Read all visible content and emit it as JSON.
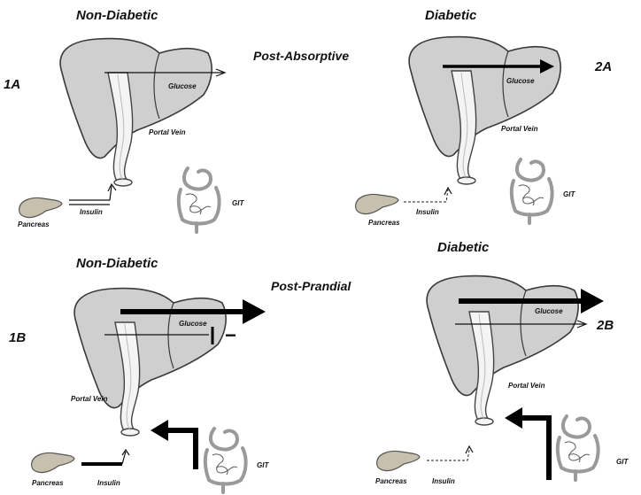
{
  "titles": {
    "top_left": "Non-Diabetic",
    "top_right": "Diabetic",
    "bottom_left": "Non-Diabetic",
    "bottom_right": "Diabetic"
  },
  "phases": {
    "post_absorptive": "Post-Absorptive",
    "post_prandial": "Post-Prandial"
  },
  "panel_labels": {
    "p1a": "1A",
    "p2a": "2A",
    "p1b": "1B",
    "p2b": "2B"
  },
  "labels": {
    "glucose": "Glucose",
    "portal_vein": "Portal Vein",
    "pancreas": "Pancreas",
    "insulin": "Insulin",
    "git": "GIT",
    "minus": "−"
  }
}
